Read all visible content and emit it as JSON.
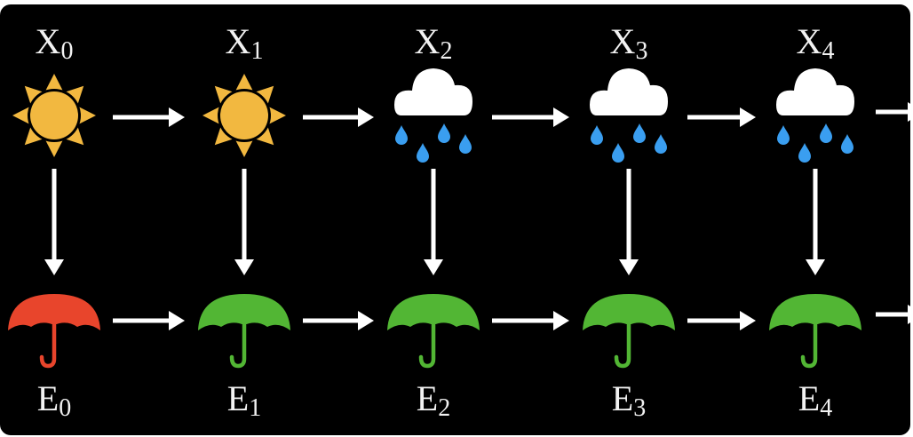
{
  "diagram": {
    "type": "hidden-markov-model",
    "colors": {
      "background": "#000000",
      "arrow": "#ffffff",
      "label": "#f2f2f2",
      "sun": "#f2b840",
      "sun_outline": "#000000",
      "cloud": "#ffffff",
      "rain": "#3a9ef0",
      "umbrella_red": "#e8452c",
      "umbrella_green": "#52b634"
    },
    "states": [
      {
        "label": "X",
        "sub": "0",
        "weather": "sun"
      },
      {
        "label": "X",
        "sub": "1",
        "weather": "sun"
      },
      {
        "label": "X",
        "sub": "2",
        "weather": "rain"
      },
      {
        "label": "X",
        "sub": "3",
        "weather": "rain"
      },
      {
        "label": "X",
        "sub": "4",
        "weather": "rain"
      }
    ],
    "evidence": [
      {
        "label": "E",
        "sub": "0",
        "umbrella": "red"
      },
      {
        "label": "E",
        "sub": "1",
        "umbrella": "green"
      },
      {
        "label": "E",
        "sub": "2",
        "umbrella": "green"
      },
      {
        "label": "E",
        "sub": "3",
        "umbrella": "green"
      },
      {
        "label": "E",
        "sub": "4",
        "umbrella": "green"
      }
    ]
  }
}
